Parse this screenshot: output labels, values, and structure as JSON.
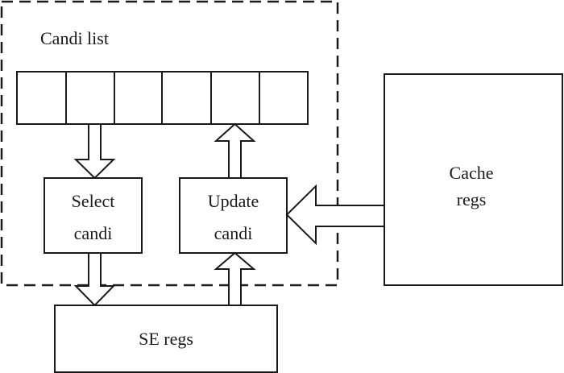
{
  "diagram": {
    "type": "block-diagram",
    "group": {
      "label": "Candi list",
      "style": "dashed",
      "slots": 6
    },
    "blocks": [
      {
        "id": "select",
        "lines": [
          "Select",
          "candi"
        ]
      },
      {
        "id": "update",
        "lines": [
          "Update",
          "candi"
        ]
      },
      {
        "id": "cache",
        "lines": [
          "Cache",
          "regs"
        ]
      },
      {
        "id": "se",
        "lines": [
          "SE regs"
        ]
      }
    ],
    "edges": [
      {
        "from": "candi-list",
        "to": "select",
        "style": "block-arrow"
      },
      {
        "from": "update",
        "to": "candi-list",
        "style": "block-arrow"
      },
      {
        "from": "select",
        "to": "se",
        "style": "block-arrow"
      },
      {
        "from": "se",
        "to": "update",
        "style": "block-arrow"
      },
      {
        "from": "cache",
        "to": "update",
        "style": "block-arrow"
      }
    ],
    "colors": {
      "stroke": "#1a1a1a",
      "fill": "#ffffff"
    }
  }
}
